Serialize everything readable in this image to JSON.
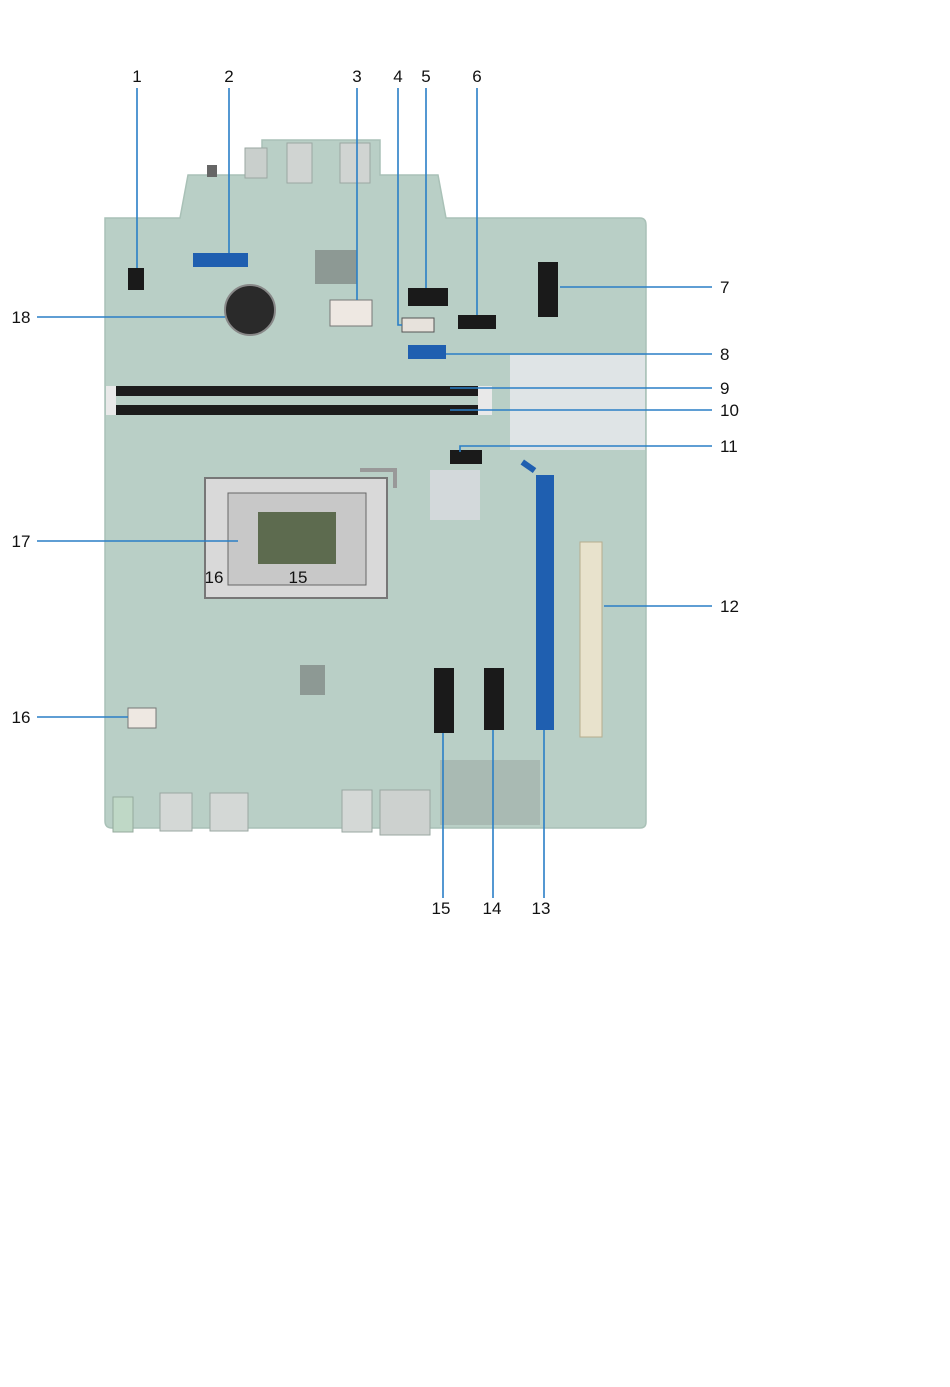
{
  "callouts": [
    {
      "id": "1",
      "label": "1"
    },
    {
      "id": "2",
      "label": "2"
    },
    {
      "id": "3",
      "label": "3"
    },
    {
      "id": "4",
      "label": "4"
    },
    {
      "id": "5",
      "label": "5"
    },
    {
      "id": "6",
      "label": "6"
    },
    {
      "id": "7",
      "label": "7"
    },
    {
      "id": "8",
      "label": "8"
    },
    {
      "id": "9",
      "label": "9"
    },
    {
      "id": "10",
      "label": "10"
    },
    {
      "id": "11",
      "label": "11"
    },
    {
      "id": "12",
      "label": "12"
    },
    {
      "id": "13",
      "label": "13"
    },
    {
      "id": "14",
      "label": "14"
    },
    {
      "id": "15",
      "label": "15"
    },
    {
      "id": "16",
      "label": "16"
    },
    {
      "id": "17",
      "label": "17"
    },
    {
      "id": "18",
      "label": "18"
    }
  ],
  "socket_markers": {
    "left": "16",
    "right": "15"
  },
  "colors": {
    "board": "#b9cfc6",
    "board_edge": "#a9c1b7",
    "leader": "#2a7fc6",
    "connector_black": "#1a1a1a",
    "connector_blue": "#1f5fb0",
    "socket_metal": "#d9d9d9",
    "pci_slot": "#e8e2cc"
  }
}
